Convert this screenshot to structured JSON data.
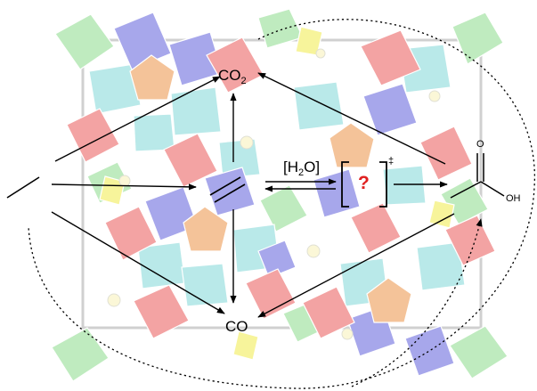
{
  "species": {
    "co2": {
      "main": "CO",
      "sub": "2"
    },
    "co": "CO",
    "water": {
      "prefix": "[H",
      "sub": "2",
      "suffix": "O]"
    },
    "unknown": "?",
    "ts_mark": "‡",
    "acid_o": "O",
    "acid_oh": "OH"
  },
  "colors": {
    "red": "#f08a8a",
    "blue": "#8f8fe6",
    "cyan": "#a6e3e3",
    "green": "#aee6ae",
    "orange": "#f2b37d",
    "yellow": "#f6f27f",
    "question": "#e02020"
  }
}
